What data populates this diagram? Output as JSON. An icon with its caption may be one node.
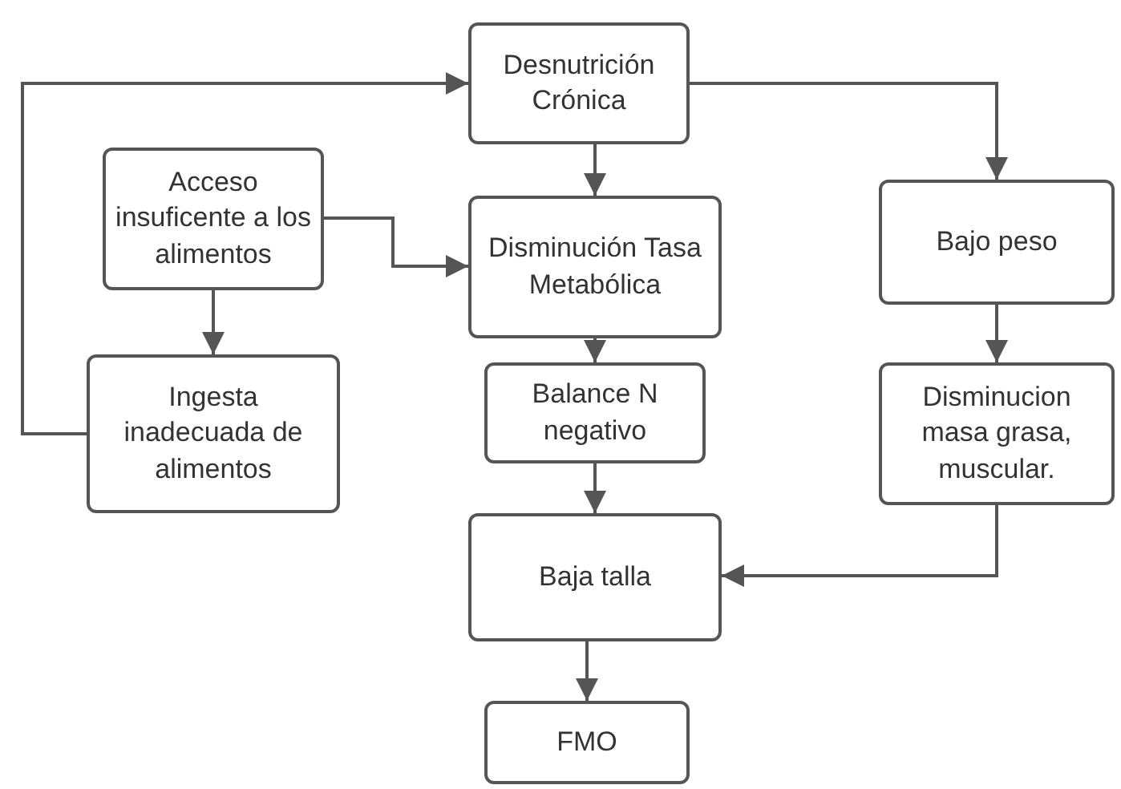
{
  "diagram": {
    "nodes": [
      {
        "text": [
          "Desnutrición Crónica"
        ]
      },
      {
        "text": [
          "Acceso insuficente a los alimentos"
        ]
      },
      {
        "text": [
          "Disminución Tasa Metabólica"
        ]
      },
      {
        "text": [
          "Ingesta inadecuada de alimentos"
        ]
      },
      {
        "text": [
          "Balance N negativo"
        ]
      },
      {
        "text": [
          "Bajo peso"
        ]
      },
      {
        "text": [
          "Disminucion masa grasa, muscular."
        ]
      },
      {
        "text": [
          "Baja talla"
        ]
      },
      {
        "text": [
          "FMO"
        ]
      }
    ],
    "edges": [
      {
        "from": 0,
        "to": 2,
        "arrow": "to"
      },
      {
        "from": 0,
        "to": 5,
        "arrow": "to"
      },
      {
        "from": 1,
        "to": 2,
        "arrow": "to"
      },
      {
        "from": 1,
        "to": 3,
        "arrow": "to"
      },
      {
        "from": 3,
        "to": 0,
        "arrow": "to"
      },
      {
        "from": 2,
        "to": 4,
        "arrow": "to"
      },
      {
        "from": 4,
        "to": 7,
        "arrow": "to"
      },
      {
        "from": 5,
        "to": 6,
        "arrow": "to"
      },
      {
        "from": 6,
        "to": 7,
        "arrow": "to"
      },
      {
        "from": 7,
        "to": 8,
        "arrow": "to"
      }
    ]
  }
}
